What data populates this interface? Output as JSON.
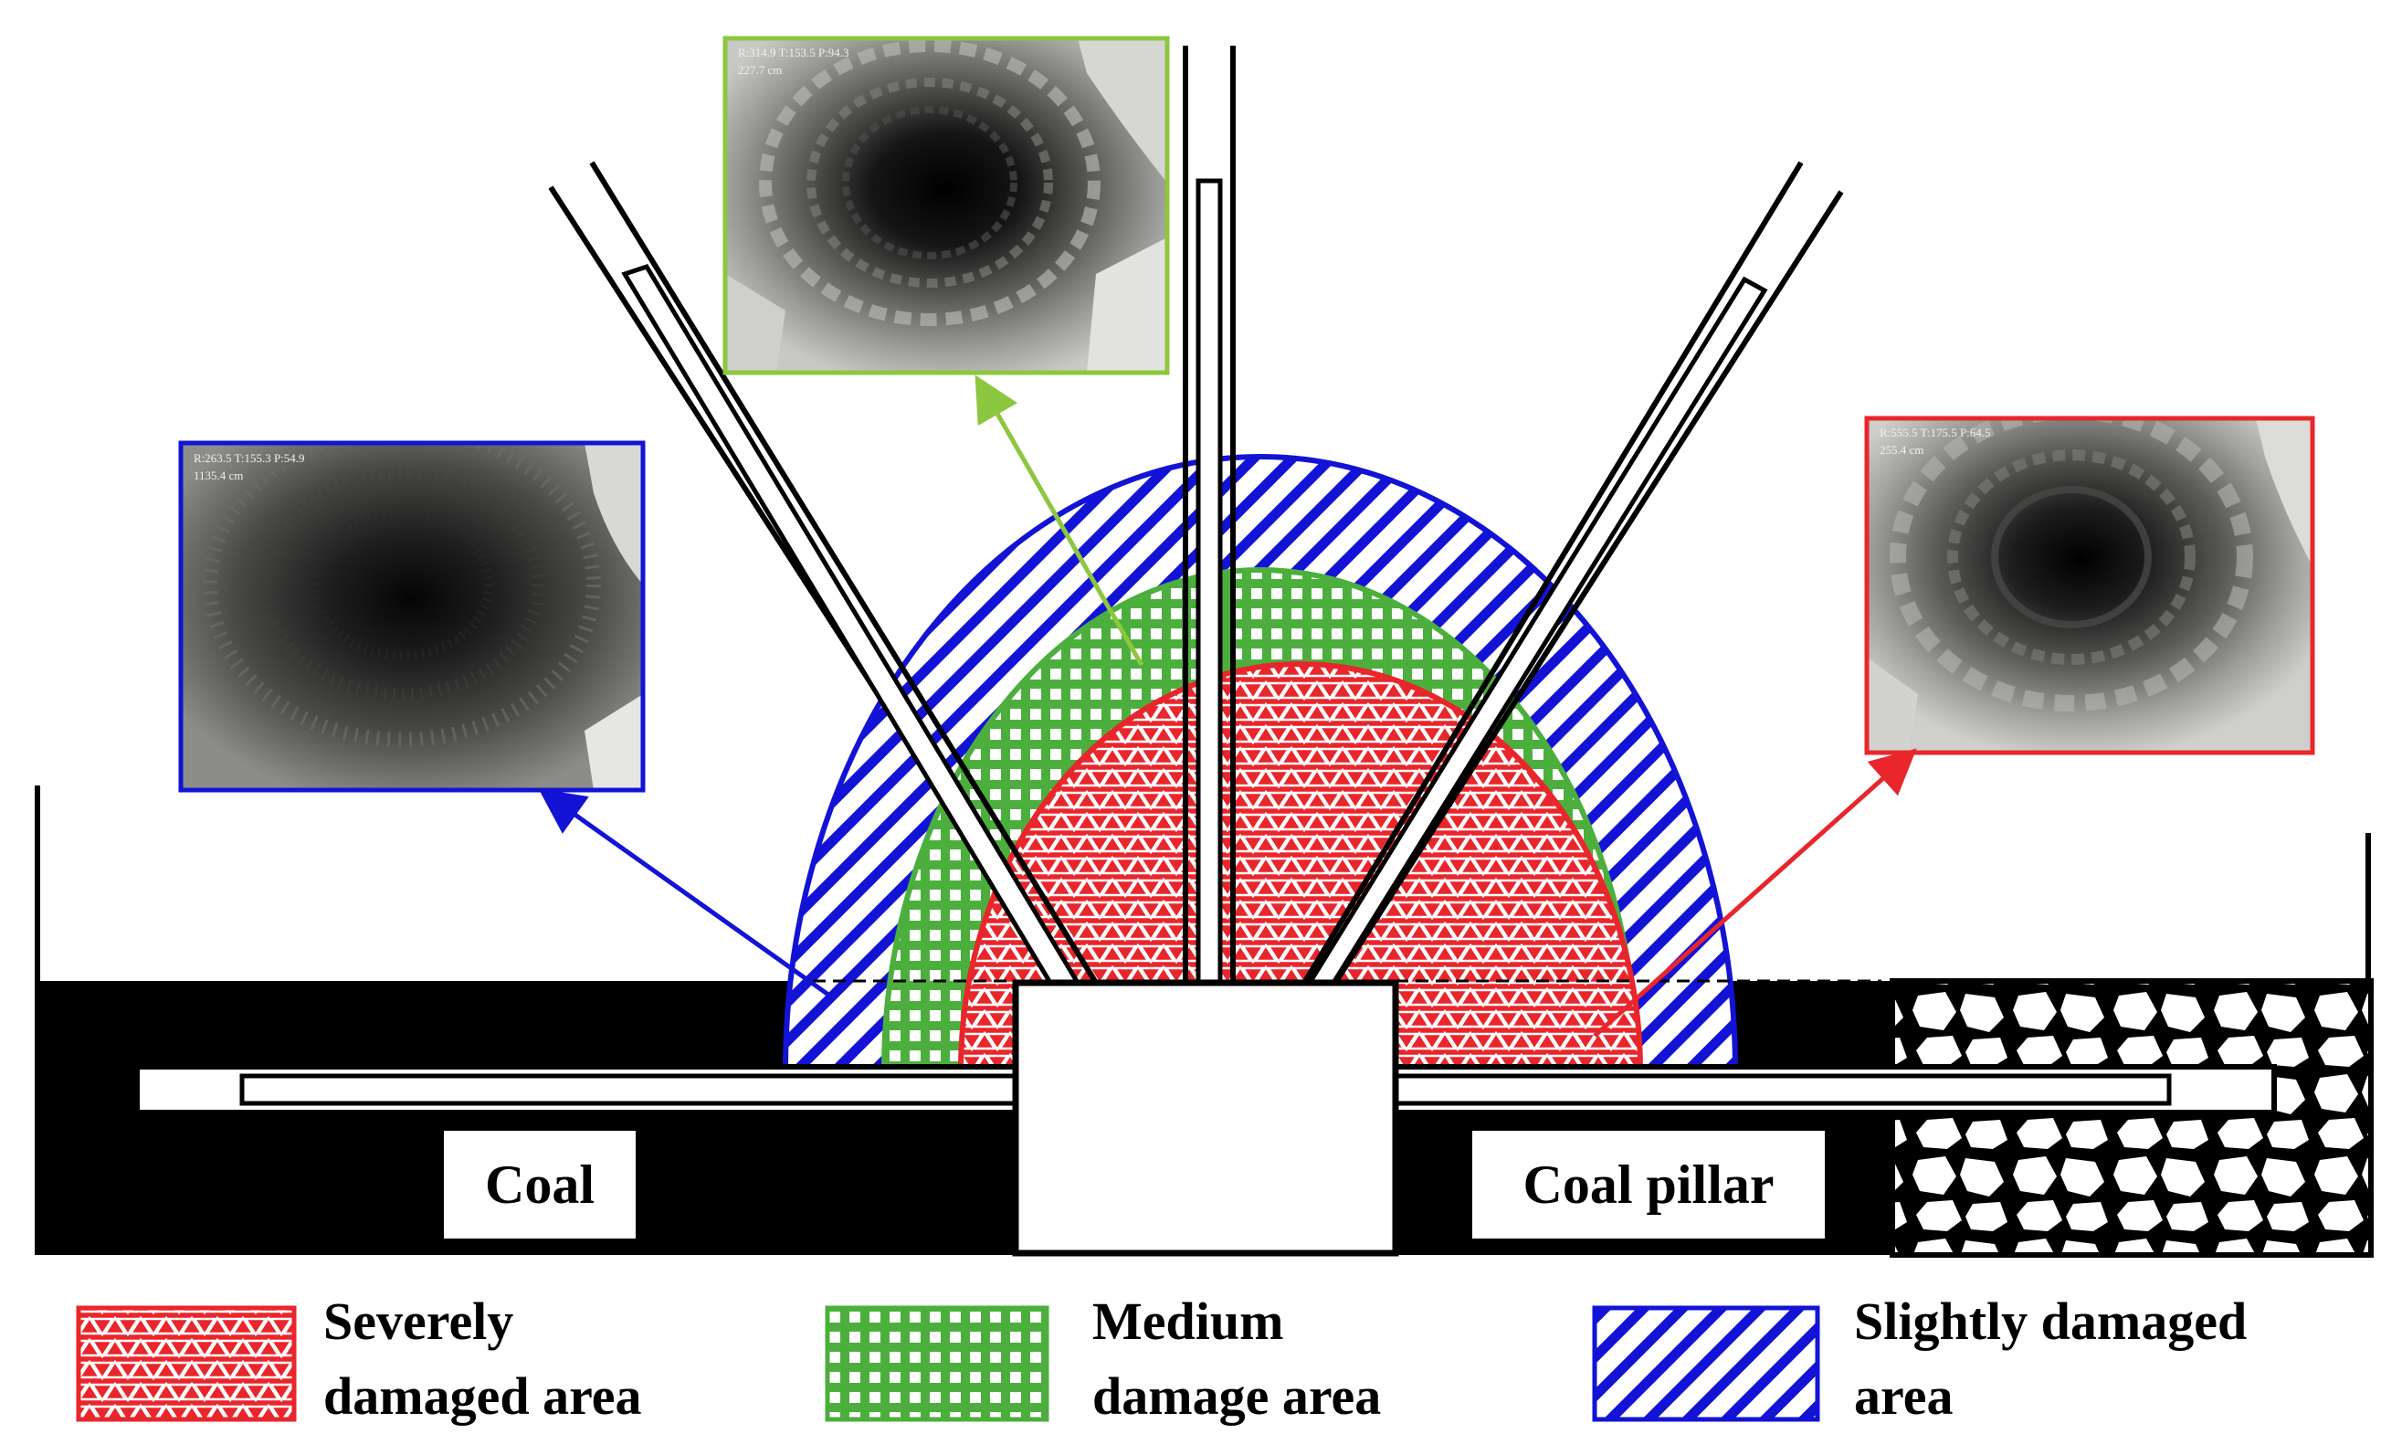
{
  "labels": {
    "coal": "Coal",
    "coal_pillar": "Coal pillar"
  },
  "legend": {
    "severe": {
      "line1": "Severely",
      "line2": "damaged area"
    },
    "medium": {
      "line1": "Medium",
      "line2": "damage area"
    },
    "slight": {
      "line1": "Slightly damaged",
      "line2": "area"
    }
  },
  "photos": {
    "blue": {
      "line1": "R:263.5  T:155.3  P:54.9",
      "line2": "1135.4 cm"
    },
    "green": {
      "line1": "R:314.9  T:153.5  P:94.3",
      "line2": "227.7 cm"
    },
    "red": {
      "line1": "R:555.5  T:175.5  P:64.5",
      "line2": "255.4 cm"
    }
  },
  "colors": {
    "severe": "#e8262b",
    "medium": "#4caf3d",
    "slight": "#1313d6",
    "green_arrow": "#8dc63f",
    "black": "#000000"
  }
}
